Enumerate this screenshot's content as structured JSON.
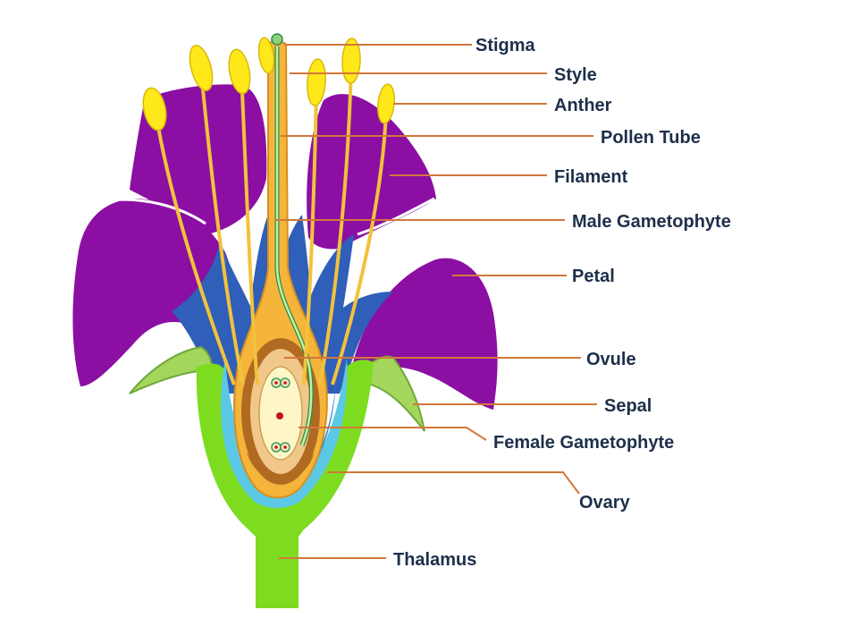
{
  "colors": {
    "petal": "#8b0fa3",
    "petal_dark": "#6a0a80",
    "sepal": "#a4d65e",
    "receptacle": "#7ddc1f",
    "ovary_wall": "#5bc8e6",
    "inner_blue": "#2f5fb8",
    "style": "#f4b53a",
    "anther": "#ffe81a",
    "filament": "#f2c23c",
    "ovule_brown": "#b06a22",
    "embryo_sac": "#fff6c8",
    "leader": "#d3773a",
    "label": "#1d2f4a"
  },
  "labels": {
    "stigma": "Stigma",
    "style": "Style",
    "anther": "Anther",
    "pollen_tube": "Pollen Tube",
    "filament": "Filament",
    "male_gametophyte": "Male Gametophyte",
    "petal": "Petal",
    "ovule": "Ovule",
    "sepal": "Sepal",
    "female_gametophyte": "Female Gametophyte",
    "ovary": "Ovary",
    "thalamus": "Thalamus"
  }
}
